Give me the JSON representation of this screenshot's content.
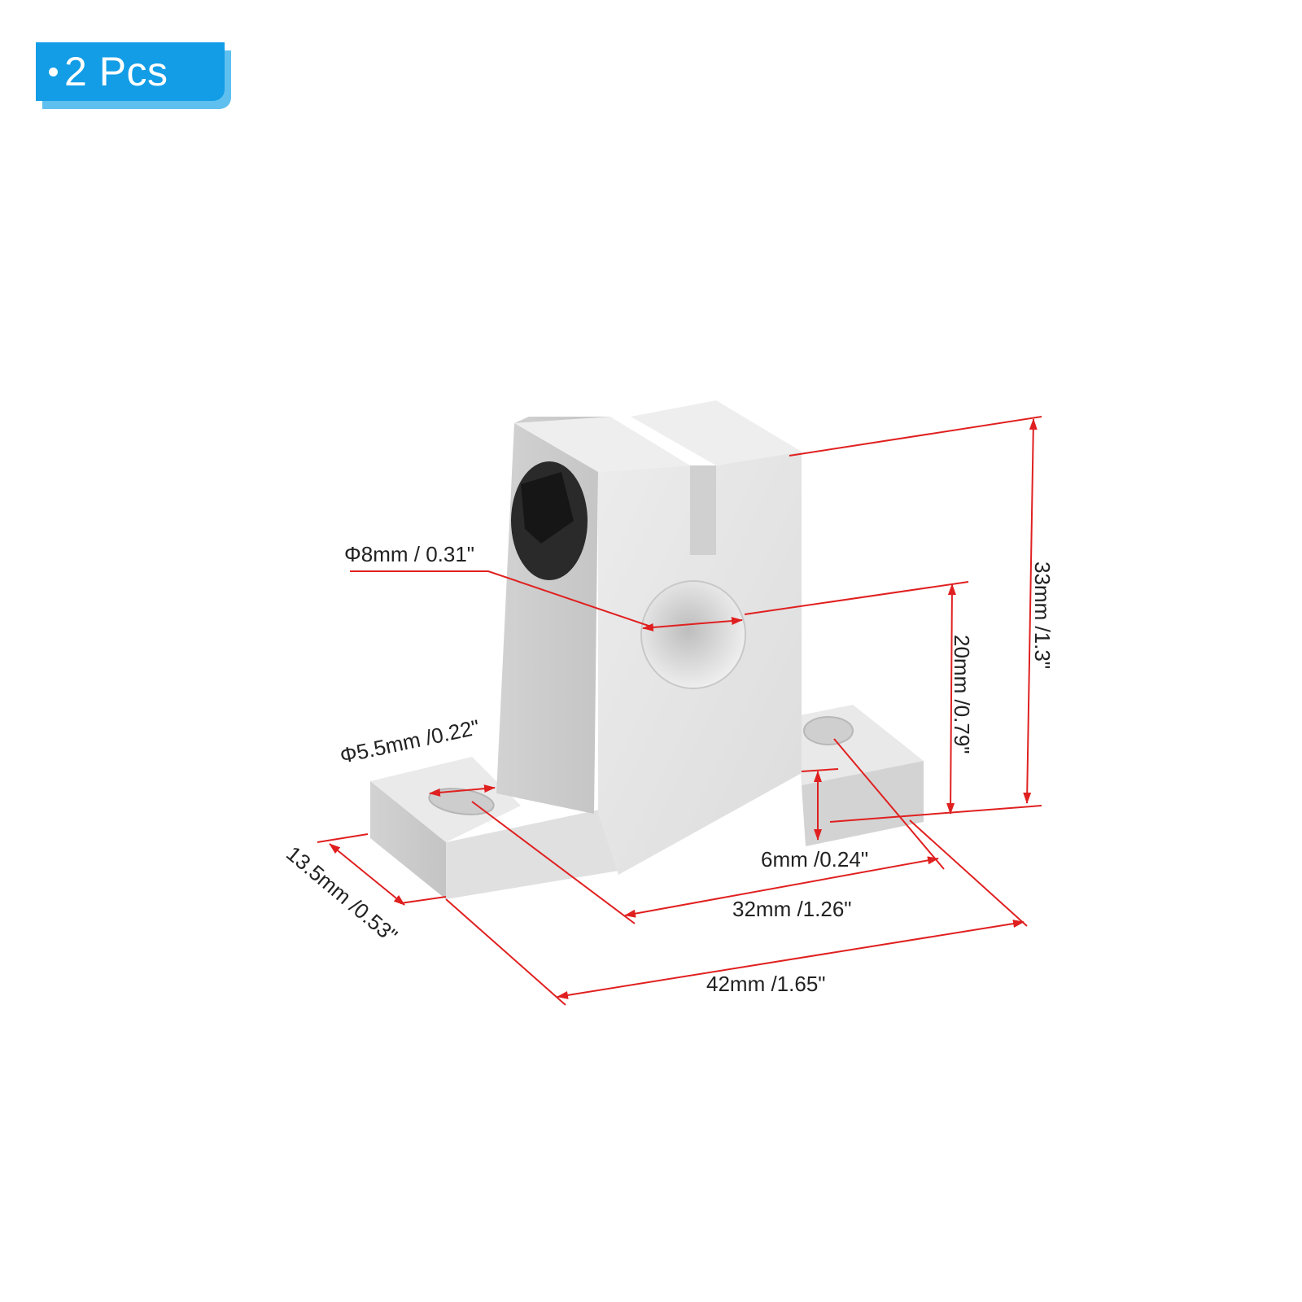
{
  "badge": {
    "text": "2 Pcs"
  },
  "colors": {
    "badge": "#129de6",
    "badge_shadow": "#5fc0ef",
    "dimension_line": "#e02020",
    "part": "#e3e3e3"
  },
  "dimensions": {
    "bore": "Φ8mm / 0.31\"",
    "mount_hole": "Φ5.5mm /0.22\"",
    "total_height": "33mm /1.3\"",
    "center_height": "20mm /0.79\"",
    "base_thickness": "6mm /0.24\"",
    "hole_spacing": "32mm /1.26\"",
    "base_length": "42mm /1.65\"",
    "base_width": "13.5mm /0.53\""
  }
}
